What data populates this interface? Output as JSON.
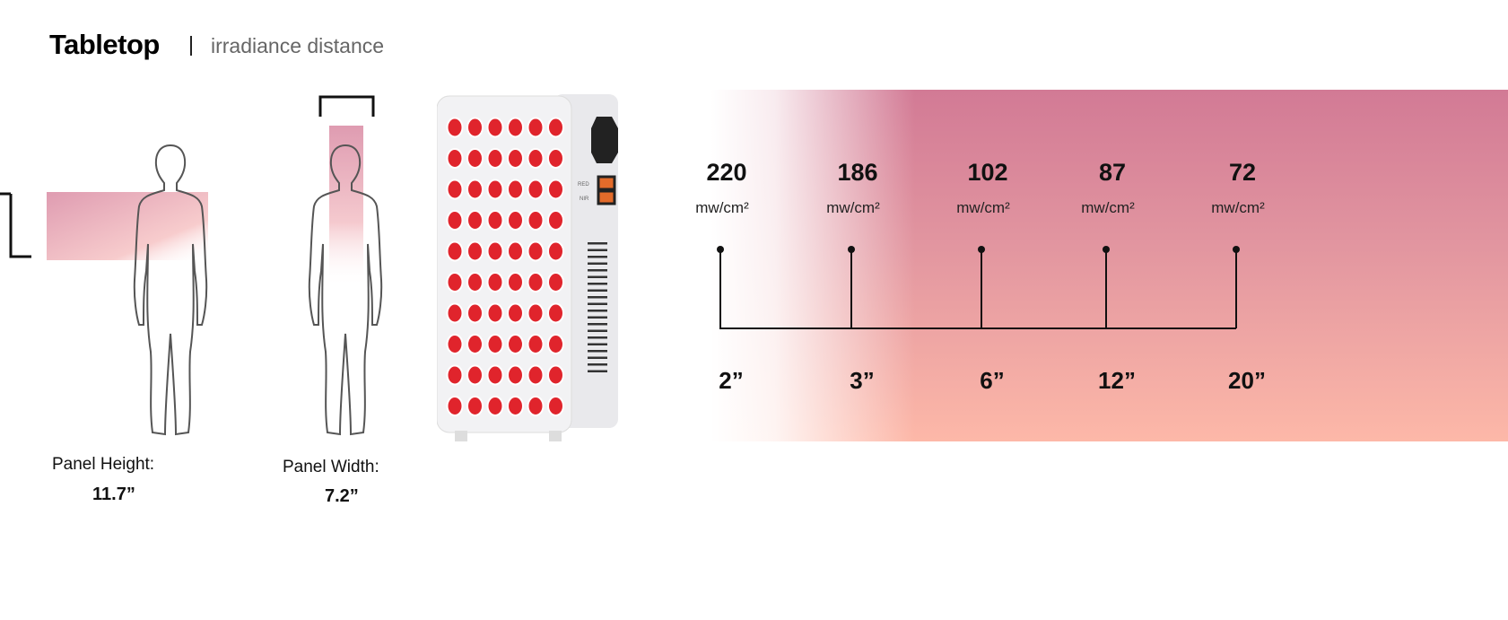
{
  "header": {
    "title": "Tabletop",
    "subtitle": "irradiance distance"
  },
  "panel_dims": {
    "height_label": "Panel Height:",
    "height_value": "11.7”",
    "width_label": "Panel Width:",
    "width_value": "7.2”"
  },
  "device": {
    "switch_labels": [
      "RED",
      "NIR"
    ]
  },
  "irradiance": {
    "unit": "mw/cm²",
    "points": [
      {
        "value": "220",
        "distance": "2”"
      },
      {
        "value": "186",
        "distance": "3”"
      },
      {
        "value": "102",
        "distance": "6”"
      },
      {
        "value": "87",
        "distance": "12”"
      },
      {
        "value": "72",
        "distance": "20”"
      }
    ]
  },
  "colors": {
    "gradient_top": "#d27a95",
    "gradient_bottom": "#fdb8a8",
    "led": "#e0242c"
  }
}
